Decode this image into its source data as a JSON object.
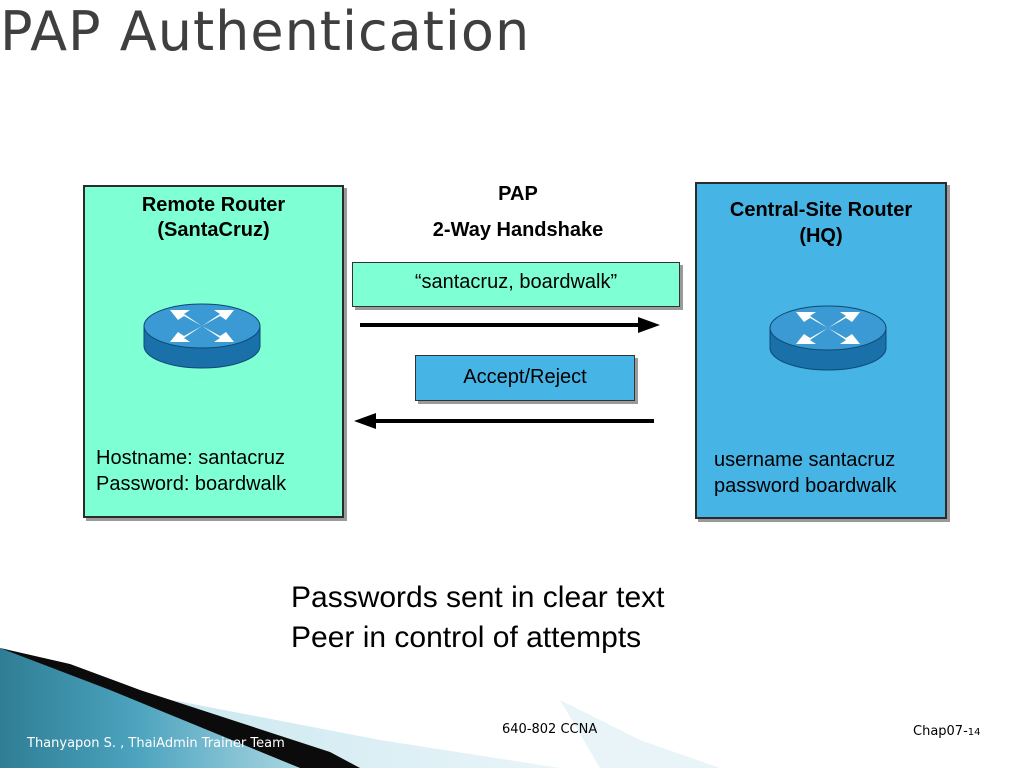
{
  "slide": {
    "title": "PAP Authentication",
    "protocol": "PAP",
    "handshake": "2-Way Handshake",
    "messages": {
      "credentials": "“santacruz, boardwalk”",
      "response": "Accept/Reject"
    },
    "remote": {
      "title_line1": "Remote Router",
      "title_line2": "(SantaCruz)",
      "config_line1": "Hostname: santacruz",
      "config_line2": "Password: boardwalk",
      "color": "#7fffd4",
      "icon": "router-icon"
    },
    "central": {
      "title_line1": "Central-Site Router",
      "title_line2": "(HQ)",
      "config_line1": "username santacruz",
      "config_line2": "password boardwalk",
      "color": "#47b4e6",
      "icon": "router-icon"
    },
    "notes": [
      "Passwords sent in clear text",
      "Peer in control of attempts"
    ]
  },
  "footer": {
    "author": "Thanyapon S. , ThaiAdmin Trainer Team",
    "course": "640-802 CCNA",
    "chapter": "Chap07-",
    "page": "14"
  }
}
